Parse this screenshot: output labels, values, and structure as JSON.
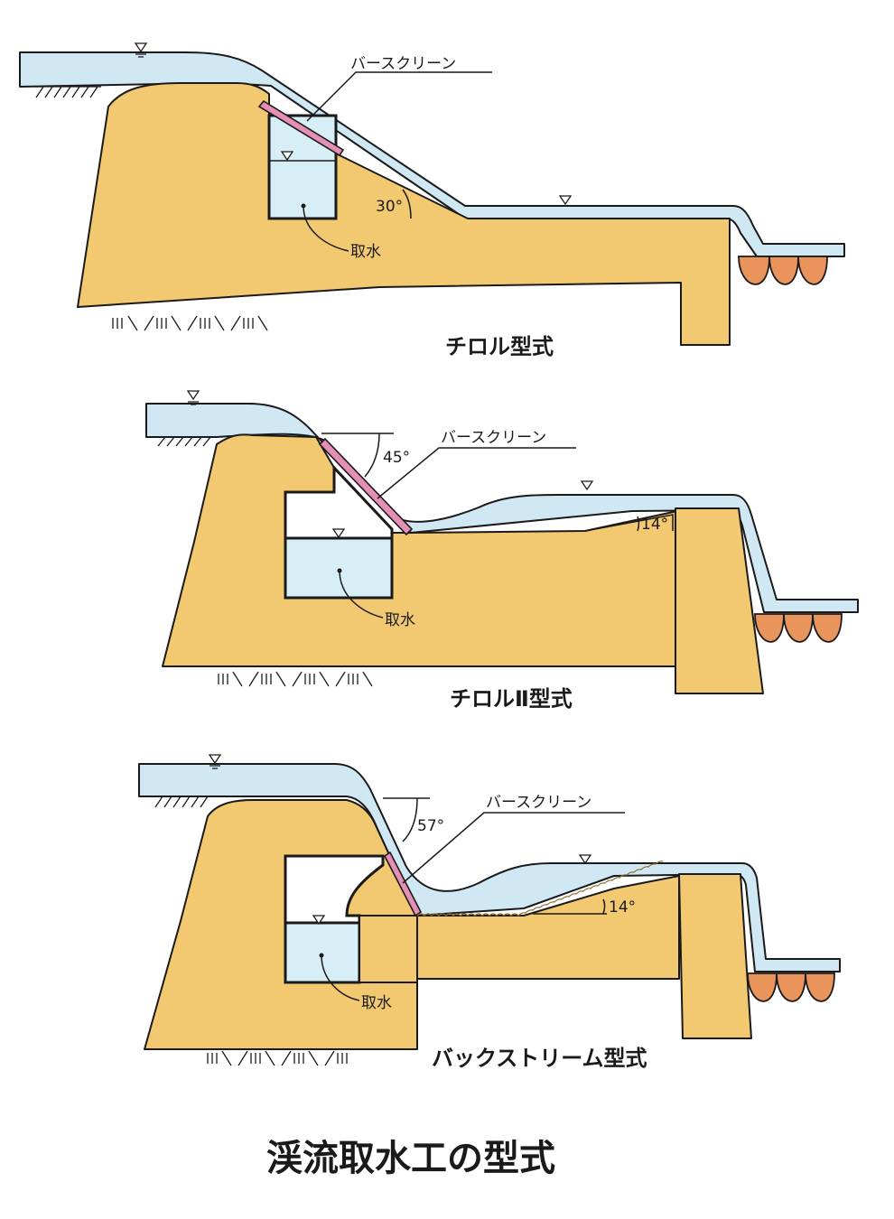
{
  "diagrams": [
    {
      "type_label": "チロル型式",
      "screen_label": "バースクリーン",
      "intake_label": "取水",
      "angles": [
        "30°"
      ]
    },
    {
      "type_label": "チロルⅡ型式",
      "screen_label": "バースクリーン",
      "intake_label": "取水",
      "angles": [
        "45°",
        "14°"
      ]
    },
    {
      "type_label": "バックストリーム型式",
      "screen_label": "バースクリーン",
      "intake_label": "取水",
      "angles": [
        "57°",
        "14°"
      ]
    }
  ],
  "main_title": "渓流取水工の型式",
  "colors": {
    "water": "#cfe8f3",
    "concrete": "#f2c970",
    "bar_screen": "#e58fb5",
    "riprap": "#e9945a"
  }
}
